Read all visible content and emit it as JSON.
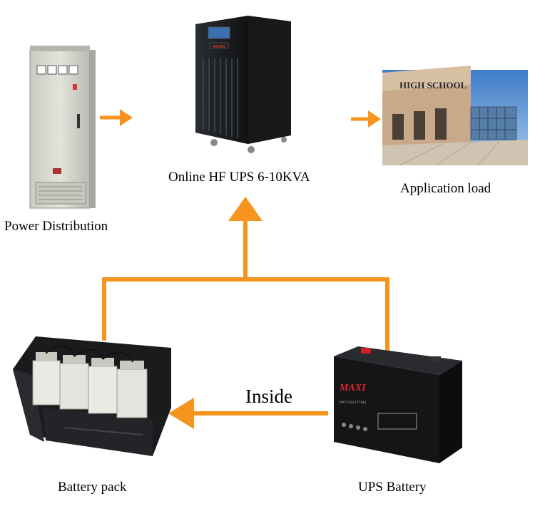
{
  "nodes": {
    "power_distribution": {
      "label": "Power Distribution"
    },
    "ups": {
      "label": "Online HF UPS 6-10KVA",
      "badge": "MAXI"
    },
    "application_load": {
      "label": "Application load",
      "sign": "HIGH SCHOOL"
    },
    "battery_pack": {
      "label": "Battery pack"
    },
    "ups_battery": {
      "label": "UPS Battery",
      "brand": "MAXI",
      "model": "PW7-12(12V7Ah)"
    }
  },
  "edges": {
    "inside": {
      "label": "Inside"
    }
  },
  "colors": {
    "arrow": "#f7941d",
    "cabinet": "#d6d8cf",
    "ups_body": "#1b1d20",
    "battery_case": "#e9e9e4",
    "sky": "#5d93d3"
  }
}
